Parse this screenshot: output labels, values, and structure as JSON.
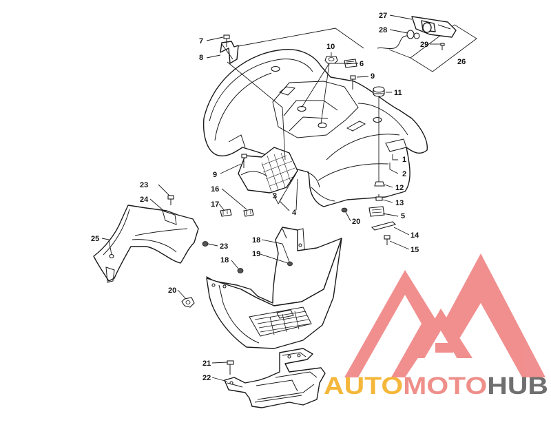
{
  "callouts": [
    "1",
    "2",
    "3",
    "4",
    "5",
    "6",
    "7",
    "8",
    "9",
    "10",
    "11",
    "12",
    "13",
    "14",
    "15",
    "16",
    "17",
    "18",
    "19",
    "20",
    "21",
    "22",
    "23",
    "24",
    "25",
    "26",
    "27",
    "28",
    "29"
  ],
  "watermark": {
    "text": "AUTOMOTOHUB",
    "part_a": "AUTO",
    "part_b": "MOTO",
    "part_c": "HUB",
    "color_a": "#f5b73b",
    "color_b": "#ef8f8a",
    "color_c": "#6f6f6f",
    "logo_color": "#ef7c7c"
  }
}
